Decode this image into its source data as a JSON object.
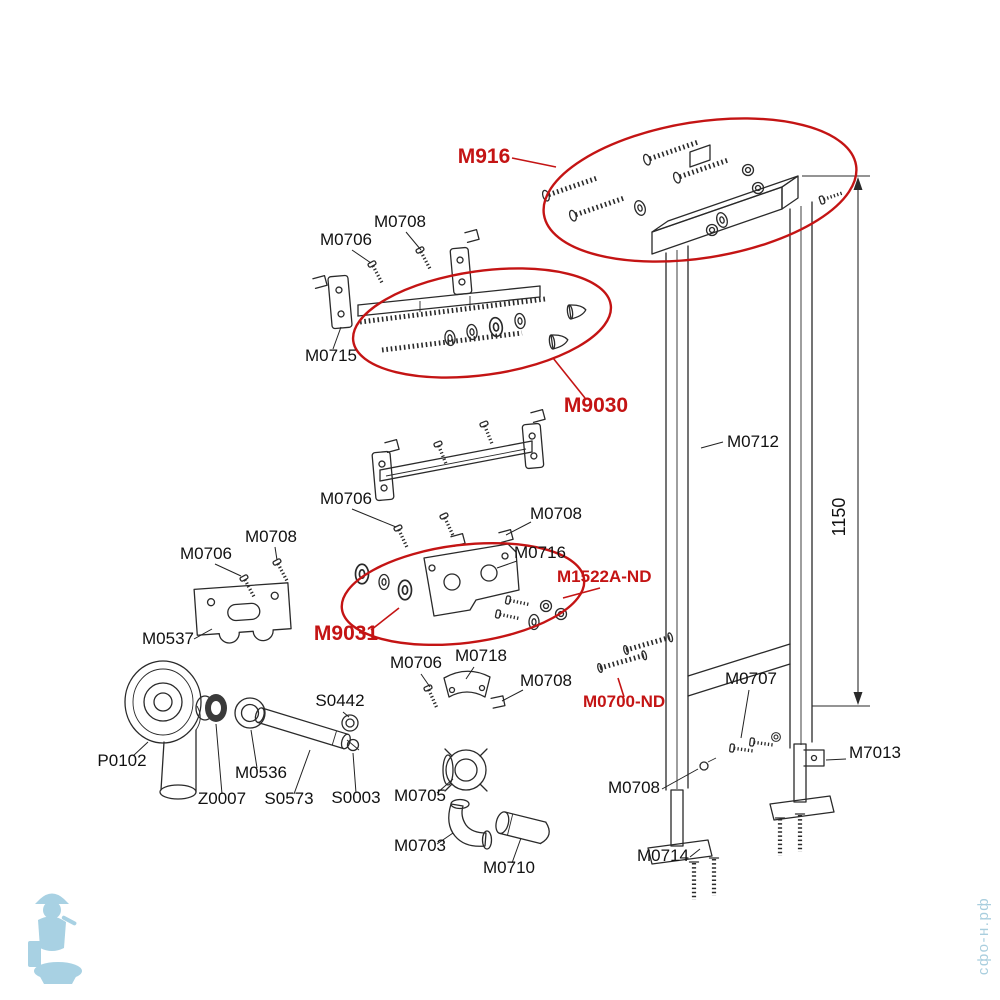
{
  "colors": {
    "line": "#2a2a2a",
    "highlight_red": "#c41414",
    "watermark_blue": "#a9cede"
  },
  "labels": {
    "m916": "M916",
    "m0706": "M0706",
    "m0708": "M0708",
    "m0715": "M0715",
    "m9030": "M9030",
    "m0712": "M0712",
    "m0716": "M0716",
    "m1522a_nd": "M1522A-ND",
    "m9031": "M9031",
    "m0537": "M0537",
    "m0700_nd": "M0700-ND",
    "m0707": "M0707",
    "m0718": "M0718",
    "s0442": "S0442",
    "p0102": "P0102",
    "m0536": "M0536",
    "z0007": "Z0007",
    "s0573": "S0573",
    "s0003": "S0003",
    "m0705": "M0705",
    "m0703": "M0703",
    "m0710": "M0710",
    "m7013": "M7013",
    "m0714": "M0714"
  },
  "dimension": {
    "height_label": "1150"
  },
  "watermark": "сфо-н.рф"
}
